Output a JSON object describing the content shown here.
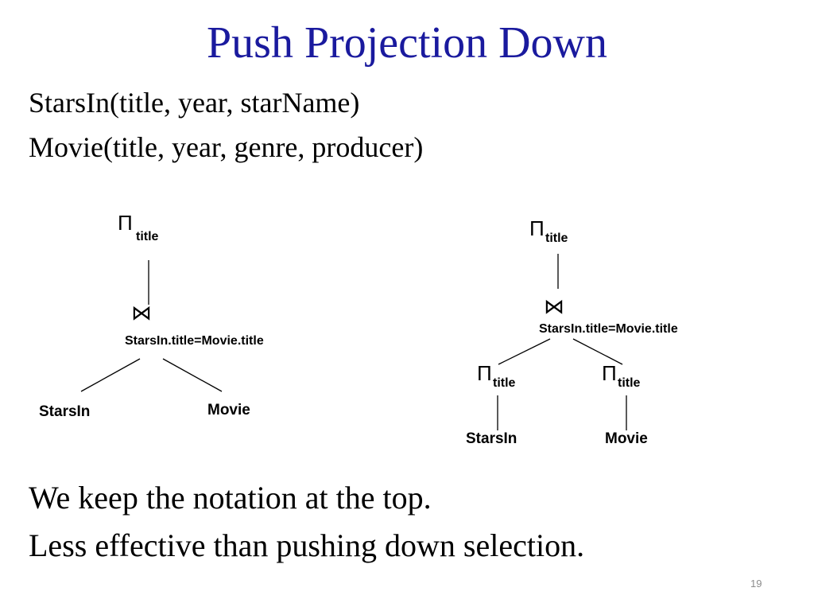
{
  "title": "Push Projection Down",
  "schemas": [
    "StarsIn(title, year, starName)",
    "Movie(title, year, genre, producer)"
  ],
  "left_tree": {
    "projection_symbol": "Π",
    "projection_attr": "title",
    "join_symbol": "⋈",
    "join_condition": "StarsIn.title=Movie.title",
    "left_leaf": "StarsIn",
    "right_leaf": "Movie"
  },
  "right_tree": {
    "projection_symbol": "Π",
    "projection_attr": "title",
    "join_symbol": "⋈",
    "join_condition": "StarsIn.title=Movie.title",
    "left_proj_symbol": "Π",
    "left_proj_attr": "title",
    "right_proj_symbol": "Π",
    "right_proj_attr": "title",
    "left_leaf": "StarsIn",
    "right_leaf": "Movie"
  },
  "notes": [
    "We keep the notation at the top.",
    "Less effective than pushing down selection."
  ],
  "page_number": "19"
}
